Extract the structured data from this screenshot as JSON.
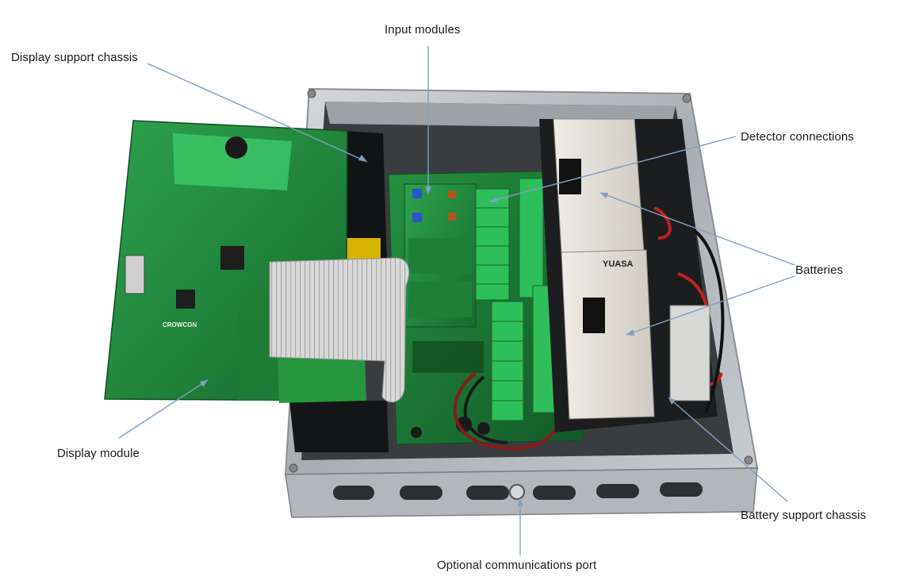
{
  "figure": {
    "subject": "Open gas detection control enclosure with circuit boards, batteries and ribbon cable"
  },
  "labels": {
    "display_support_chassis": "Display support chassis",
    "input_modules": "Input modules",
    "detector_connections": "Detector connections",
    "batteries": "Batteries",
    "display_module": "Display module",
    "battery_support_chassis": "Battery support chassis",
    "optional_communications_port": "Optional communications port"
  },
  "brand": "CROWCON",
  "battery_brand": "YUASA",
  "colors": {
    "leader_line": "#7f9fc4",
    "pcb_green": "#1f8a3c",
    "enclosure_metal": "#b9bcbf",
    "battery_body": "#dedbd4",
    "ribbon_cable": "#cfcfcf"
  }
}
